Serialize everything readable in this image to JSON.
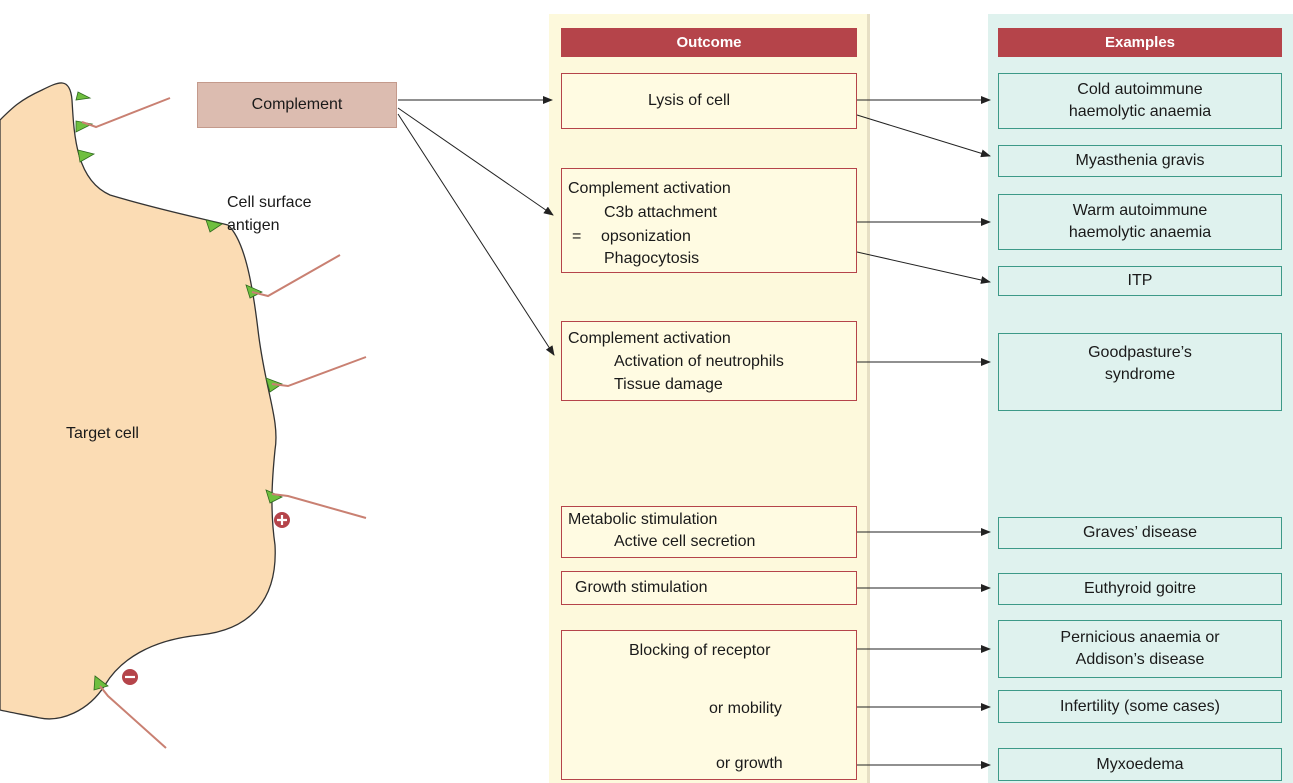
{
  "headers": {
    "outcome": "Outcome",
    "examples": "Examples"
  },
  "complement": "Complement",
  "cell": {
    "label": "Target cell",
    "antigen_line1": "Cell surface",
    "antigen_line2": "antigen"
  },
  "outcomes": {
    "lysis": "Lysis of cell",
    "opsonization": [
      "Complement activation",
      "C3b attachment",
      "=",
      "opsonization",
      "Phagocytosis"
    ],
    "neutrophils": [
      "Complement activation",
      "Activation of neutrophils",
      "Tissue damage"
    ],
    "metabolic": [
      "Metabolic stimulation",
      "Active cell secretion"
    ],
    "growth": "Growth stimulation",
    "blocking": [
      "Blocking of receptor",
      "or mobility",
      "or growth"
    ]
  },
  "examples": {
    "cold_aiha": [
      "Cold autoimmune",
      "haemolytic anaemia"
    ],
    "myasthenia": "Myasthenia gravis",
    "warm_aiha": [
      "Warm autoimmune",
      "haemolytic anaemia"
    ],
    "itp": "ITP",
    "goodpasture": [
      "Goodpasture’s",
      "syndrome"
    ],
    "graves": "Graves’ disease",
    "euthyroid": "Euthyroid goitre",
    "pernicious": [
      "Pernicious anaemia or",
      "Addison’s disease"
    ],
    "infertility": "Infertility (some cases)",
    "myxoedema": "Myxoedema"
  },
  "colors": {
    "header": "#b5444a",
    "outcome_bg": "#fdf9dc",
    "examples_bg": "#dff2ee",
    "cell": "#fbdcb4",
    "antigen": "#6fbf3f",
    "antibody": "#c98072"
  }
}
